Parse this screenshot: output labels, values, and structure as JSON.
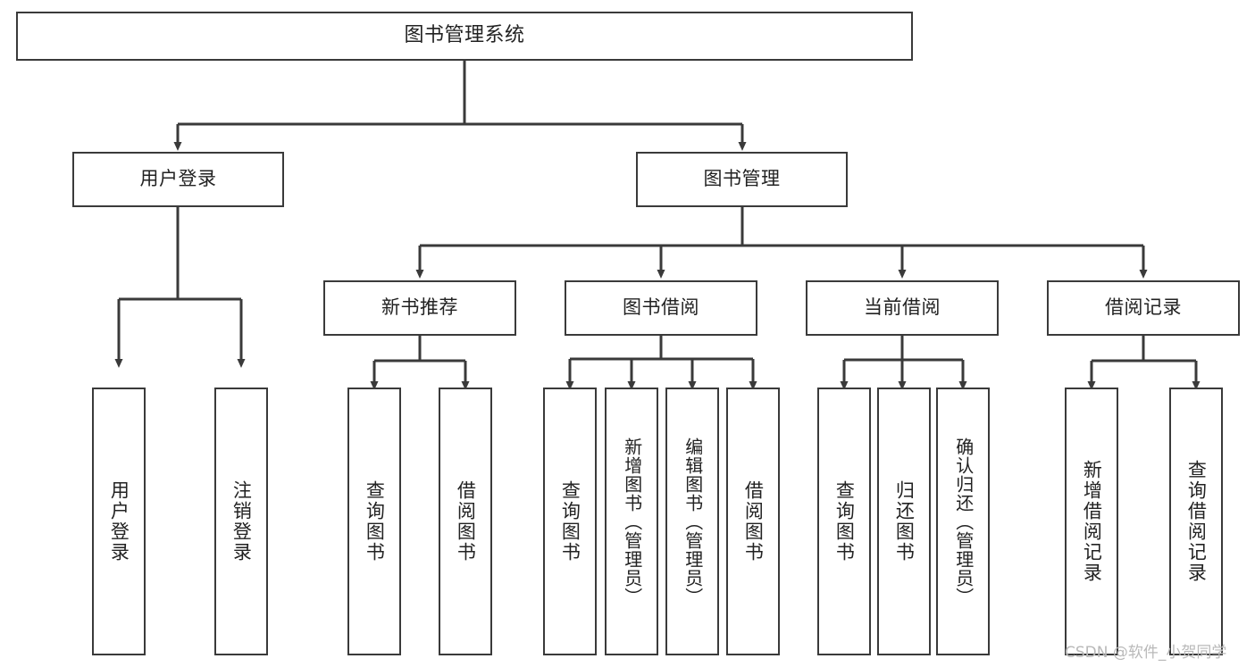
{
  "diagram": {
    "type": "tree",
    "title": "图书管理系统",
    "orientation": "top-down",
    "colors": {
      "box_border": "#3a3a3a",
      "box_fill": "#ffffff",
      "edge": "#3a3a3a",
      "text": "#222222",
      "watermark": "#b9b9b9",
      "background": "#ffffff"
    },
    "root": {
      "label": "图书管理系统"
    },
    "level2": [
      {
        "label": "用户登录"
      },
      {
        "label": "图书管理"
      }
    ],
    "level3": [
      {
        "label": "新书推荐"
      },
      {
        "label": "图书借阅"
      },
      {
        "label": "当前借阅"
      },
      {
        "label": "借阅记录"
      }
    ],
    "leaves": {
      "user_login": [
        {
          "label": "用户登录"
        },
        {
          "label": "注销登录"
        }
      ],
      "new_book_recommend": [
        {
          "label": "查询图书"
        },
        {
          "label": "借阅图书"
        }
      ],
      "book_borrow": [
        {
          "label": "查询图书"
        },
        {
          "label": "新增图书（管理员）"
        },
        {
          "label": "编辑图书（管理员）"
        },
        {
          "label": "借阅图书"
        }
      ],
      "current_borrow": [
        {
          "label": "查询图书"
        },
        {
          "label": "归还图书"
        },
        {
          "label": "确认归还（管理员）"
        }
      ],
      "borrow_record": [
        {
          "label": "新增借阅记录"
        },
        {
          "label": "查询借阅记录"
        }
      ]
    }
  },
  "watermark": {
    "text": "CSDN @软件_小贺同学"
  }
}
